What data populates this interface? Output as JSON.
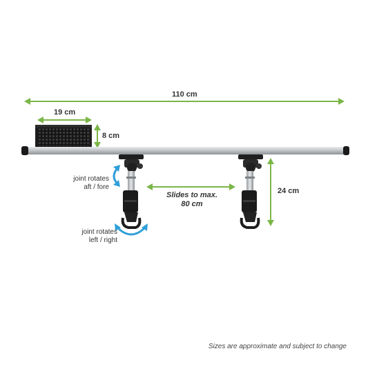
{
  "dimensions": {
    "overall_width": "110 cm",
    "tray_width": "19 cm",
    "tray_height": "8 cm",
    "clamp_height": "24 cm"
  },
  "features": {
    "slide_line1": "Slides to max.",
    "slide_line2": "80 cm",
    "joint_aft_fore_line1": "joint rotates",
    "joint_aft_fore_line2": "aft / fore",
    "joint_left_right_line1": "joint rotates",
    "joint_left_right_line2": "left / right"
  },
  "disclaimer": "Sizes are approximate and subject to change",
  "colors": {
    "dimension_arrow": "#7ab648",
    "rotation_arrow": "#2f9fd8",
    "label_text": "#333333",
    "rail": "#b9bcbf",
    "tray": "#1e1e1e"
  }
}
